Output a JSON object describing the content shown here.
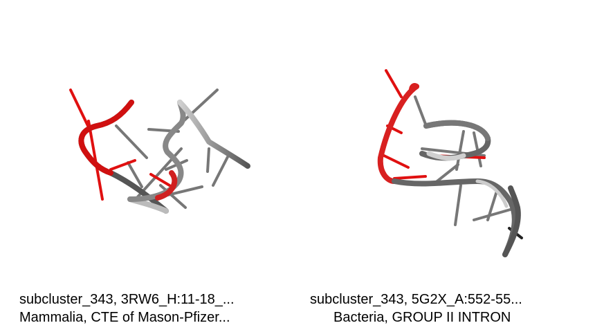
{
  "panels": [
    {
      "caption_line1": "subcluster_343, 3RW6_H:11-18_...",
      "caption_line2": "Mammalia, CTE of Mason-Pfizer..."
    },
    {
      "caption_line1": "subcluster_343, 5G2X_A:552-55...",
      "caption_line2": "Bacteria, GROUP II INTRON"
    }
  ],
  "colors": {
    "backbone_gray": "#6e6e6e",
    "backbone_light": "#c8c8c8",
    "highlight_red": "#e01010",
    "background": "#ffffff"
  }
}
